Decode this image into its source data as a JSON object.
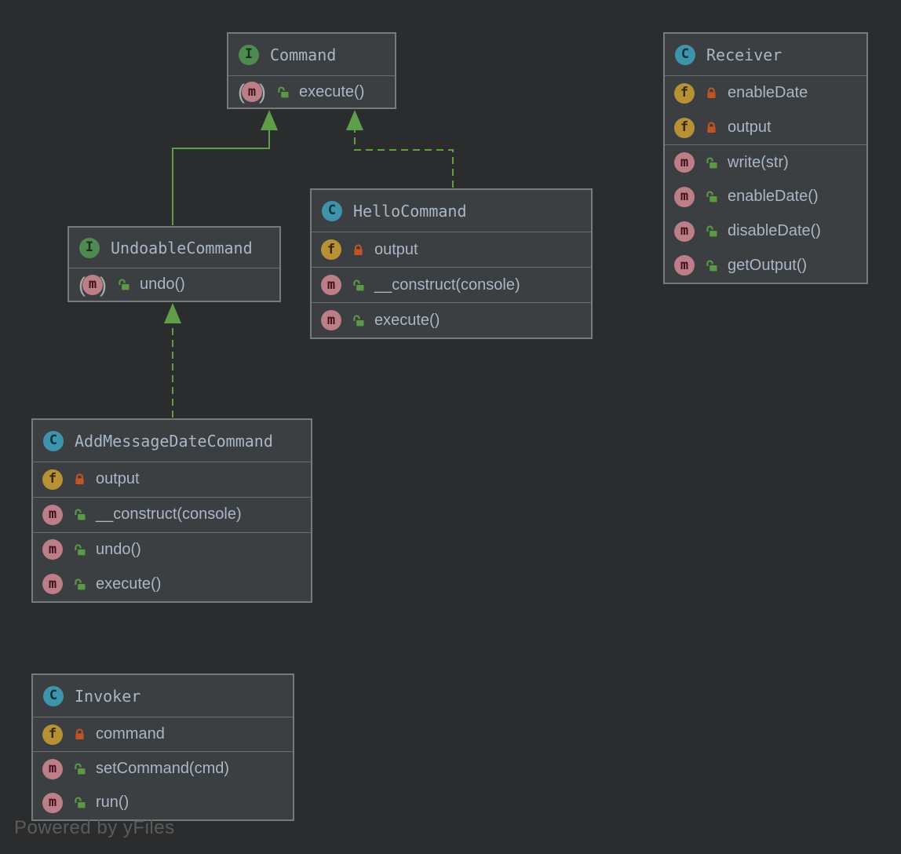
{
  "watermark": "Powered by yFiles",
  "badges": {
    "interface": "I",
    "class": "C",
    "field": "f",
    "method": "m"
  },
  "colors": {
    "background": "#2a2c2d",
    "box_fill": "#3c3f41",
    "box_border": "#77797b",
    "text": "#a9b7c6",
    "edge_green": "#5f9d49",
    "interface_icon": "#4e8a51",
    "class_icon": "#3e93ad",
    "field_icon": "#b89137",
    "method_icon": "#bc7e87",
    "lock_open": "#5a9a44",
    "lock_closed": "#c05426",
    "watermark_text": "#5b5b5b"
  },
  "classes": [
    {
      "id": "command",
      "name": "Command",
      "kind": "interface",
      "sections": [
        {
          "rows": [
            {
              "icon": "abstract-method",
              "lock": "open",
              "label": "execute()"
            }
          ]
        }
      ]
    },
    {
      "id": "receiver",
      "name": "Receiver",
      "kind": "class",
      "sections": [
        {
          "rows": [
            {
              "icon": "field",
              "lock": "closed",
              "label": "enableDate"
            },
            {
              "icon": "field",
              "lock": "closed",
              "label": "output"
            }
          ]
        },
        {
          "rows": [
            {
              "icon": "method",
              "lock": "open",
              "label": "write(str)"
            },
            {
              "icon": "method",
              "lock": "open",
              "label": "enableDate()"
            },
            {
              "icon": "method",
              "lock": "open",
              "label": "disableDate()"
            },
            {
              "icon": "method",
              "lock": "open",
              "label": "getOutput()"
            }
          ]
        }
      ]
    },
    {
      "id": "undoable",
      "name": "UndoableCommand",
      "kind": "interface",
      "sections": [
        {
          "rows": [
            {
              "icon": "abstract-method",
              "lock": "open",
              "label": "undo()"
            }
          ]
        }
      ]
    },
    {
      "id": "hello",
      "name": "HelloCommand",
      "kind": "class",
      "sections": [
        {
          "rows": [
            {
              "icon": "field",
              "lock": "closed",
              "label": "output"
            }
          ]
        },
        {
          "rows": [
            {
              "icon": "method",
              "lock": "open",
              "label": "__construct(console)"
            }
          ]
        },
        {
          "rows": [
            {
              "icon": "method",
              "lock": "open",
              "label": "execute()"
            }
          ]
        }
      ]
    },
    {
      "id": "addmsg",
      "name": "AddMessageDateCommand",
      "kind": "class",
      "sections": [
        {
          "rows": [
            {
              "icon": "field",
              "lock": "closed",
              "label": "output"
            }
          ]
        },
        {
          "rows": [
            {
              "icon": "method",
              "lock": "open",
              "label": "__construct(console)"
            }
          ]
        },
        {
          "rows": [
            {
              "icon": "method",
              "lock": "open",
              "label": "undo()"
            },
            {
              "icon": "method",
              "lock": "open",
              "label": "execute()"
            }
          ]
        }
      ]
    },
    {
      "id": "invoker",
      "name": "Invoker",
      "kind": "class",
      "sections": [
        {
          "rows": [
            {
              "icon": "field",
              "lock": "closed",
              "label": "command"
            }
          ]
        },
        {
          "rows": [
            {
              "icon": "method",
              "lock": "open",
              "label": "setCommand(cmd)"
            },
            {
              "icon": "method",
              "lock": "open",
              "label": "run()"
            }
          ]
        }
      ]
    }
  ],
  "relationships": [
    {
      "from": "UndoableCommand",
      "to": "Command",
      "type": "extends",
      "line": "solid"
    },
    {
      "from": "HelloCommand",
      "to": "Command",
      "type": "implements",
      "line": "dashed"
    },
    {
      "from": "AddMessageDateCommand",
      "to": "UndoableCommand",
      "type": "implements",
      "line": "dashed"
    }
  ]
}
